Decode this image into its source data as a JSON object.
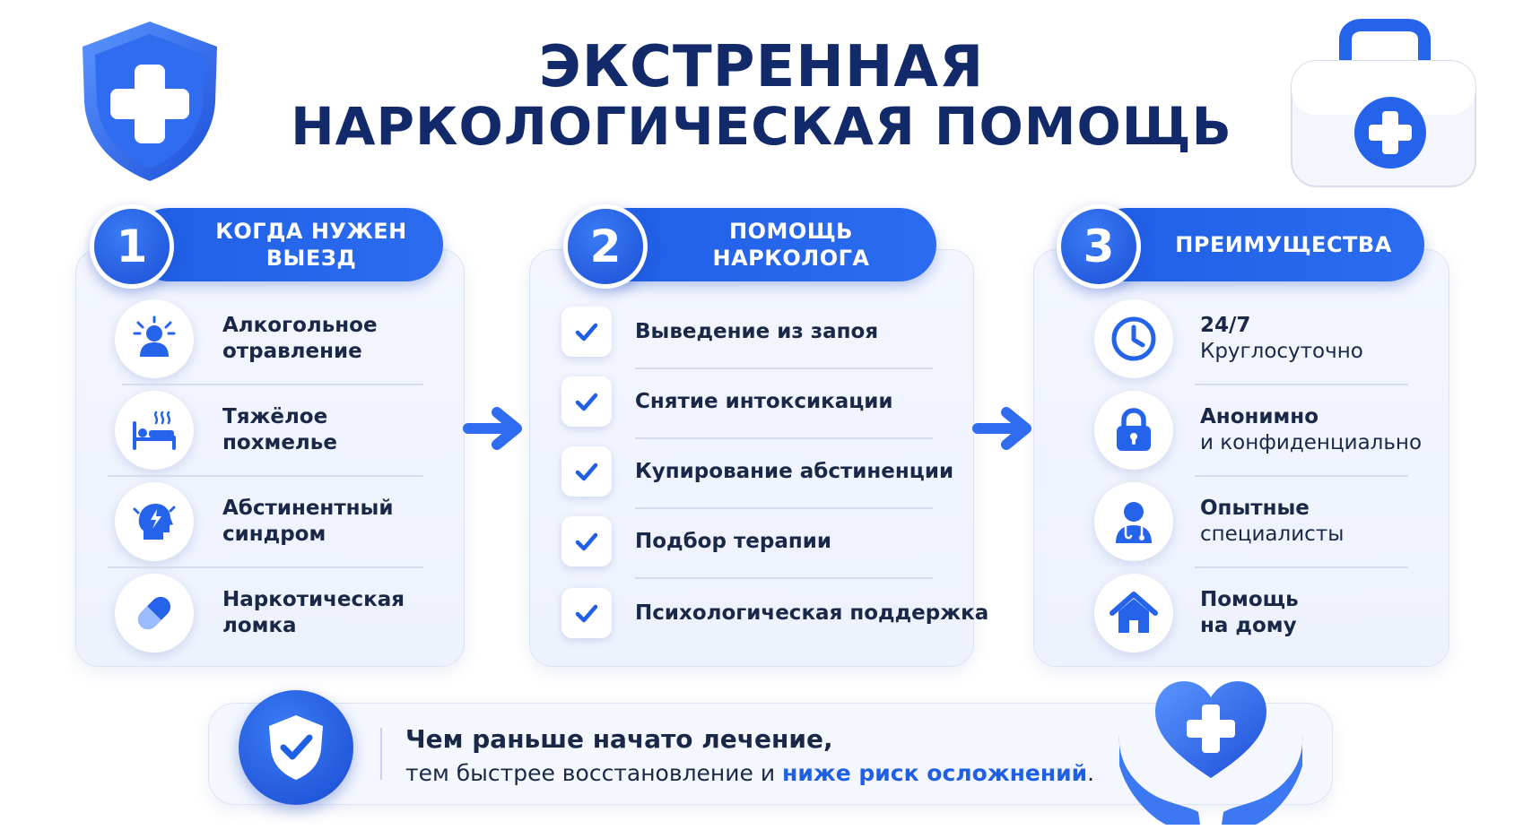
{
  "title": {
    "line1": "ЭКСТРЕННАЯ",
    "line2": "НАРКОЛОГИЧЕСКАЯ ПОМОЩЬ"
  },
  "colors": {
    "accent": "#1f5fe6",
    "dark_text": "#12296a",
    "card_bg": "#f3f6fe"
  },
  "sections": [
    {
      "number": "1",
      "heading_line1": "КОГДА НУЖЕН",
      "heading_line2": "ВЫЕЗД",
      "items": [
        {
          "icon": "person-alert-icon",
          "line1": "Алкогольное",
          "line2": "отравление"
        },
        {
          "icon": "bed-icon",
          "line1": "Тяжёлое",
          "line2": "похмелье"
        },
        {
          "icon": "head-lightning-icon",
          "line1": "Абстинентный",
          "line2": "синдром"
        },
        {
          "icon": "pill-icon",
          "line1": "Наркотическая",
          "line2": "ломка"
        }
      ]
    },
    {
      "number": "2",
      "heading_line1": "ПОМОЩЬ",
      "heading_line2": "НАРКОЛОГА",
      "items": [
        {
          "icon": "checkmark-icon",
          "label": "Выведение из запоя"
        },
        {
          "icon": "checkmark-icon",
          "label": "Снятие интоксикации"
        },
        {
          "icon": "checkmark-icon",
          "label": "Купирование абстиненции"
        },
        {
          "icon": "checkmark-icon",
          "label": "Подбор терапии"
        },
        {
          "icon": "checkmark-icon",
          "label": "Психологическая поддержка"
        }
      ]
    },
    {
      "number": "3",
      "heading": "ПРЕИМУЩЕСТВА",
      "items": [
        {
          "icon": "clock-icon",
          "line1": "24/7",
          "line2": "Круглосуточно"
        },
        {
          "icon": "lock-icon",
          "line1": "Анонимно",
          "line2": "и конфиденциально"
        },
        {
          "icon": "doctor-icon",
          "line1": "Опытные",
          "line2": "специалисты"
        },
        {
          "icon": "house-icon",
          "line1": "Помощь",
          "line2": "на дому"
        }
      ]
    }
  ],
  "bottom": {
    "line1": "Чем раньше начато лечение,",
    "line2_start": "тем быстрее восстановление и ",
    "line2_highlight": "ниже риск осложнений",
    "line2_end": "."
  }
}
